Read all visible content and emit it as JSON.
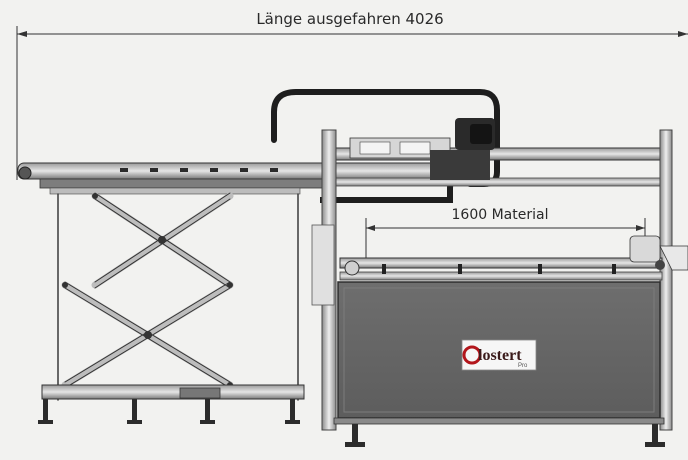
{
  "dimensions": {
    "overall_label": "Länge ausgefahren 4026",
    "material_label": "1600 Material"
  },
  "logo": {
    "brand_text": "lostert",
    "sub_text": "Pro",
    "brand_color": "#b3161c"
  },
  "colors": {
    "background": "#f2f2f0",
    "frame": "#3a3a3a",
    "panel": "#6b6b6b",
    "cable": "#1e1e1e"
  }
}
